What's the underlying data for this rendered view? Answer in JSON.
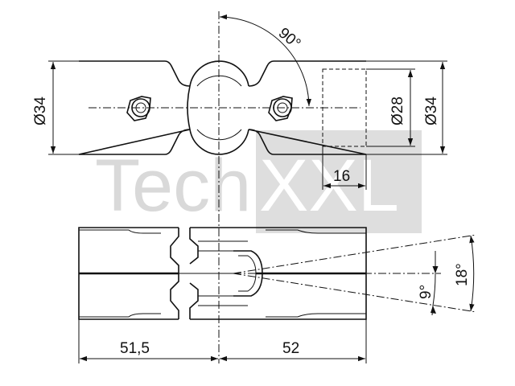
{
  "watermark": {
    "text_light": "Tech",
    "text_boxed": "XXL",
    "color_light_text": "#d9d9d9",
    "color_box": "#dedede",
    "color_box_text": "#ffffff"
  },
  "dimensions": {
    "angle_rotation": "90°",
    "diameter_left": "Ø34",
    "diameter_inner": "Ø28",
    "diameter_right": "Ø34",
    "depth": "16",
    "length_left": "51,5",
    "length_right": "52",
    "angle_half": "9°",
    "angle_full": "18°"
  },
  "colors": {
    "line": "#111111",
    "background": "#ffffff"
  }
}
